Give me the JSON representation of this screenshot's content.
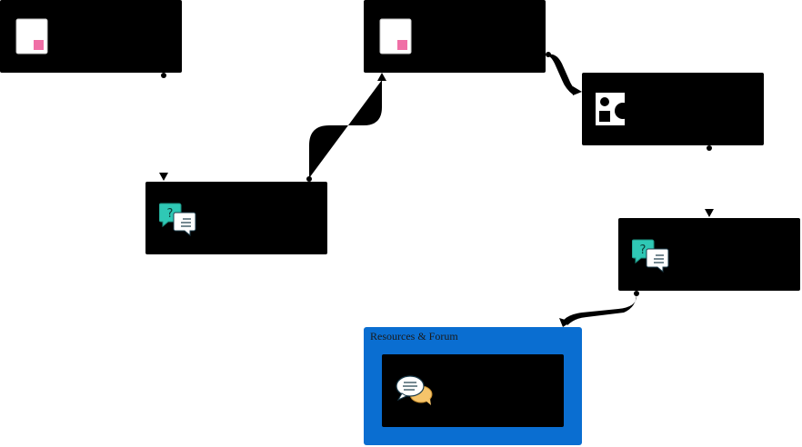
{
  "diagram": {
    "nodes": [
      {
        "id": "n1",
        "icon": "document-icon"
      },
      {
        "id": "n2",
        "icon": "document-icon"
      },
      {
        "id": "n3",
        "icon": "shapes-icon"
      },
      {
        "id": "n4",
        "icon": "question-chat-icon"
      },
      {
        "id": "n5",
        "icon": "question-chat-icon"
      },
      {
        "id": "n6",
        "icon": "forum-chat-icon"
      }
    ],
    "groups": [
      {
        "id": "g1",
        "label": "Resources & Forum",
        "contains": [
          "n6"
        ]
      }
    ],
    "edges": [
      {
        "from": "n1",
        "to": "n4"
      },
      {
        "from": "n4",
        "to": "n2"
      },
      {
        "from": "n2",
        "to": "n3"
      },
      {
        "from": "n3",
        "to": "n5"
      },
      {
        "from": "n5",
        "to": "g1"
      }
    ],
    "colors": {
      "node_fill": "#000000",
      "group_fill": "#0a6ed1",
      "doc_accent": "#f06fa6",
      "chat_teal": "#2fc8b5",
      "chat_orange": "#f5c46a"
    }
  }
}
